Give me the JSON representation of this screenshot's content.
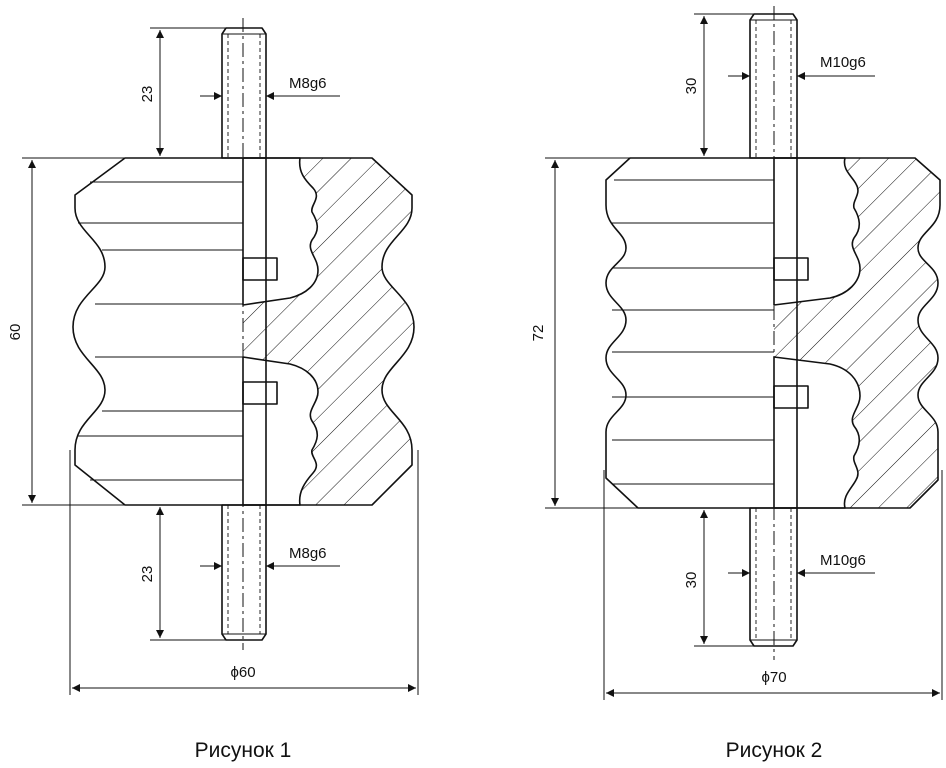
{
  "figures": [
    {
      "caption": "Рисунок 1",
      "height_dim": "60",
      "stud_dim_top": "23",
      "stud_dim_bottom": "23",
      "thread_top": "M8g6",
      "thread_bottom": "M8g6",
      "diameter_dim": "ϕ60"
    },
    {
      "caption": "Рисунок 2",
      "height_dim": "72",
      "stud_dim_top": "30",
      "stud_dim_bottom": "30",
      "thread_top": "M10g6",
      "thread_bottom": "M10g6",
      "diameter_dim": "ϕ70"
    }
  ]
}
